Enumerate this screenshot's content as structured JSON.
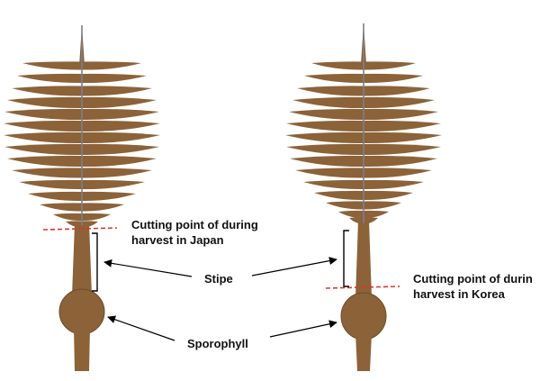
{
  "labels": {
    "japan_cut_line1": "Cutting point of during",
    "japan_cut_line2": "harvest in Japan",
    "stipe": "Stipe",
    "korea_cut_line1": "Cutting point of durin",
    "korea_cut_line2": "harvest in Korea",
    "sporophyll": "Sporophyll"
  },
  "colors": {
    "plant": "#8c6239",
    "midrib": "#7a8088",
    "cut_line": "#e0352b",
    "arrow": "#000000",
    "label_text": "#111111"
  }
}
